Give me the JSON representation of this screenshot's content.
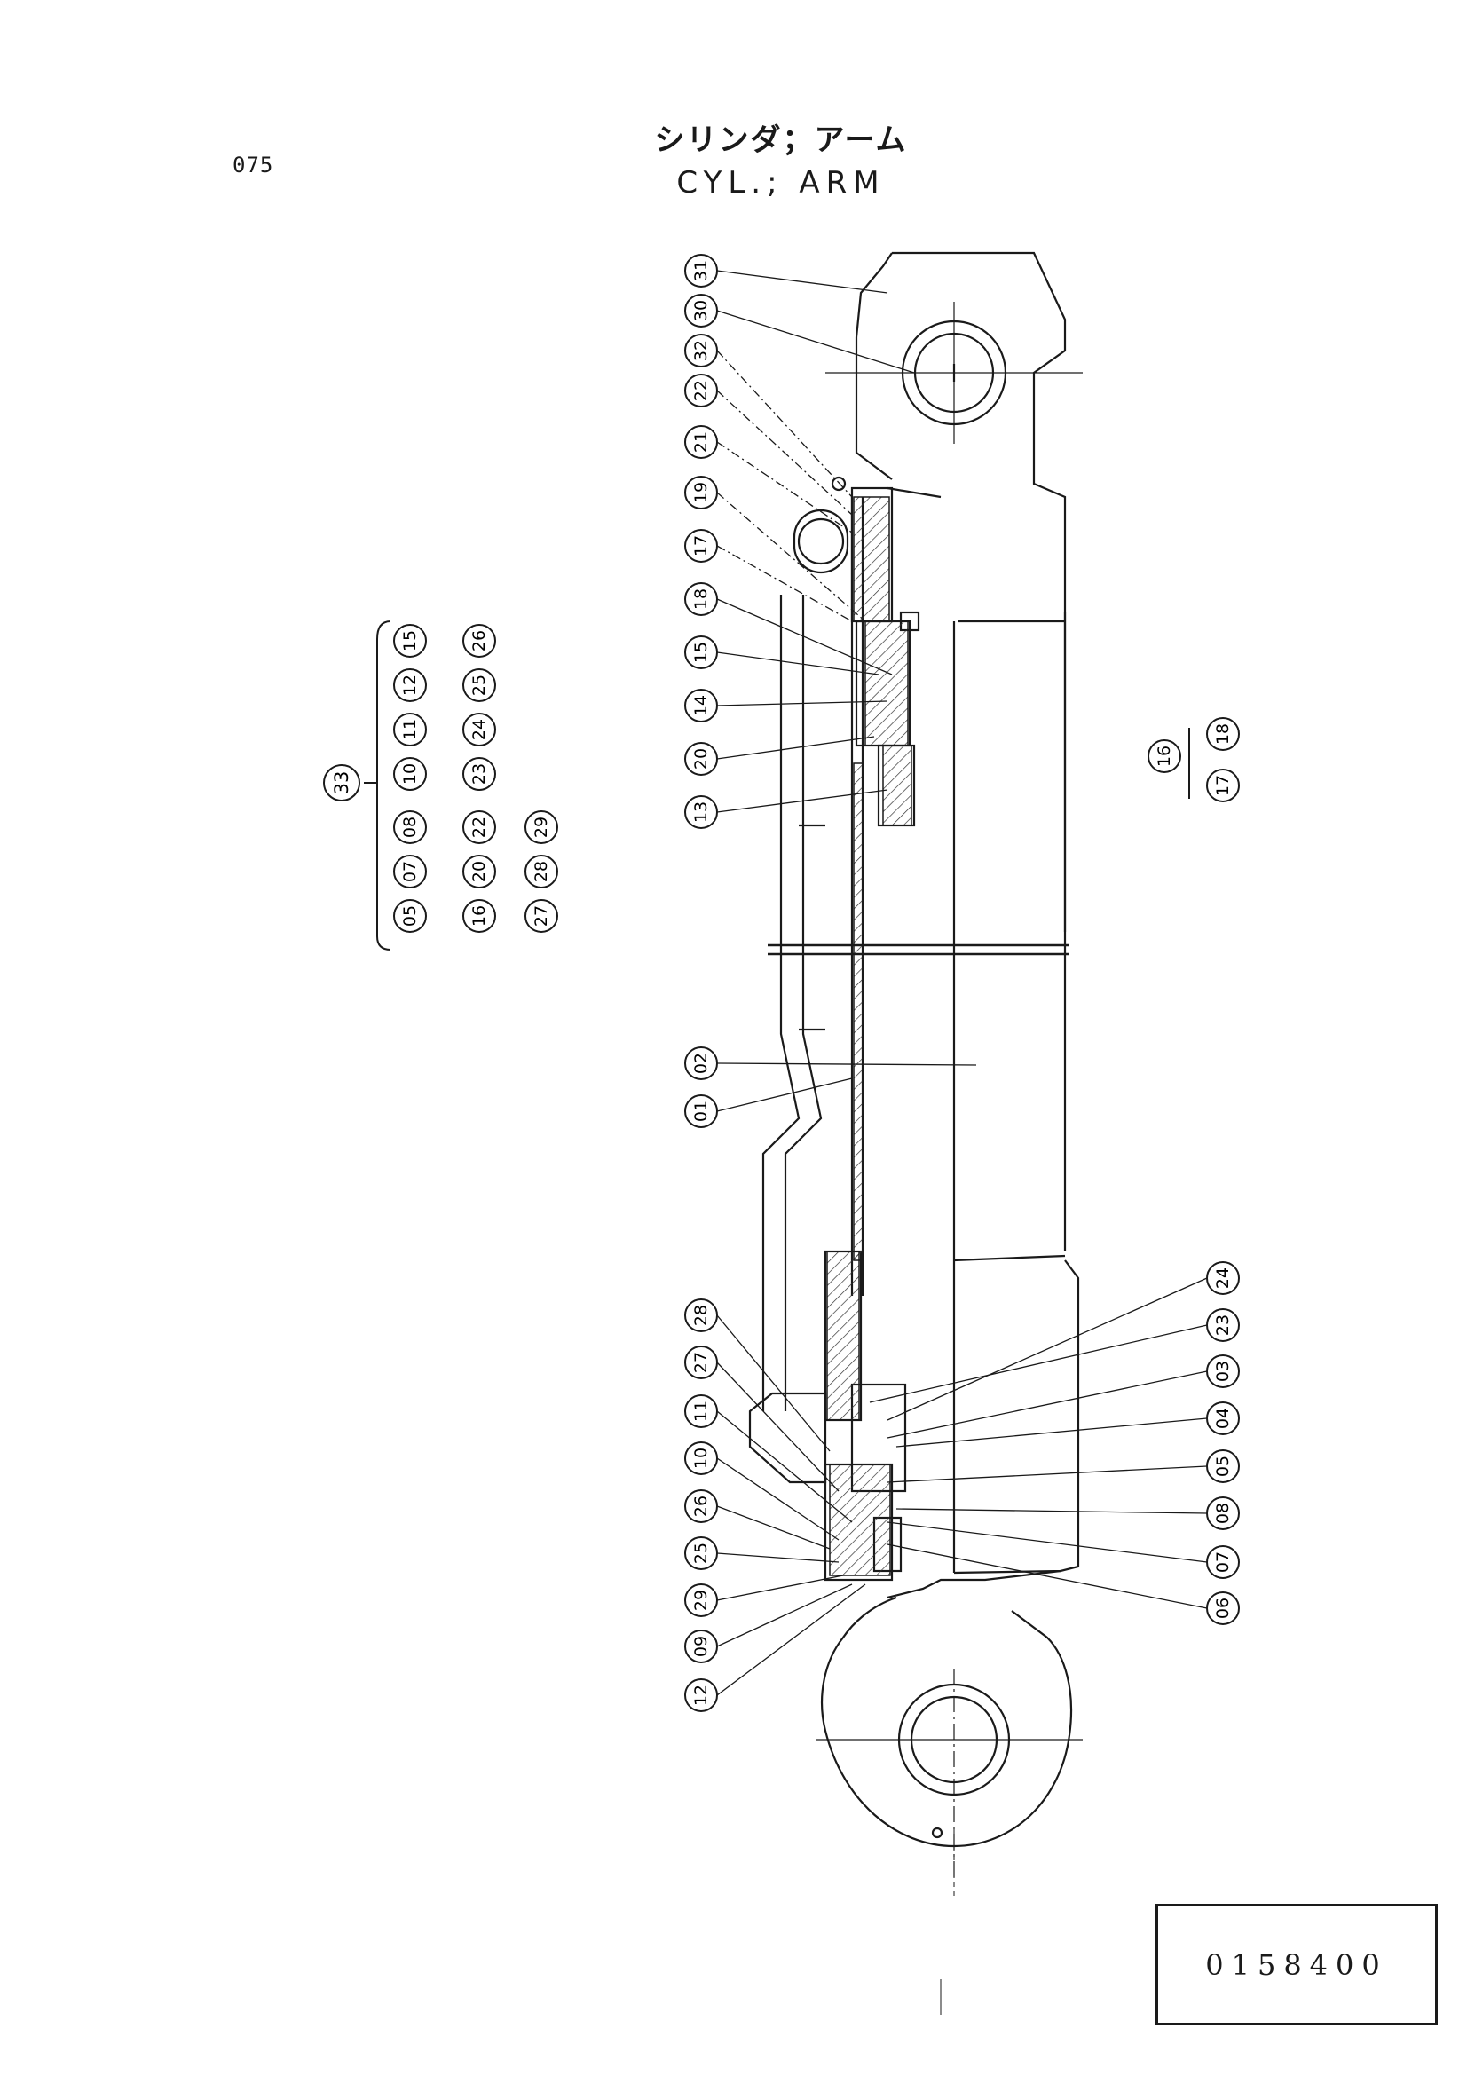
{
  "header": {
    "page_number": "075",
    "title_jp": "シリンダ；アーム",
    "title_en": "CYL.; ARM"
  },
  "callouts": {
    "top": [
      "31",
      "30",
      "32",
      "22",
      "21",
      "19",
      "17",
      "18",
      "15",
      "14",
      "20",
      "13"
    ],
    "middle": [
      "02",
      "01"
    ],
    "right_top": [
      "24",
      "23",
      "03",
      "04",
      "05",
      "08",
      "07",
      "06"
    ],
    "left_bottom": [
      "28",
      "27",
      "11",
      "10",
      "26",
      "25",
      "29",
      "09",
      "12"
    ]
  },
  "kit_33": {
    "label": "33",
    "rows": [
      [
        "15",
        "26"
      ],
      [
        "12",
        "25"
      ],
      [
        "11",
        "24"
      ],
      [
        "10",
        "23"
      ],
      [
        "08",
        "22",
        "29"
      ],
      [
        "07",
        "20",
        "28"
      ],
      [
        "05",
        "16",
        "27"
      ]
    ]
  },
  "kit_16": {
    "label": "16",
    "members": [
      "17",
      "18"
    ]
  },
  "drawing_code": "0158400"
}
